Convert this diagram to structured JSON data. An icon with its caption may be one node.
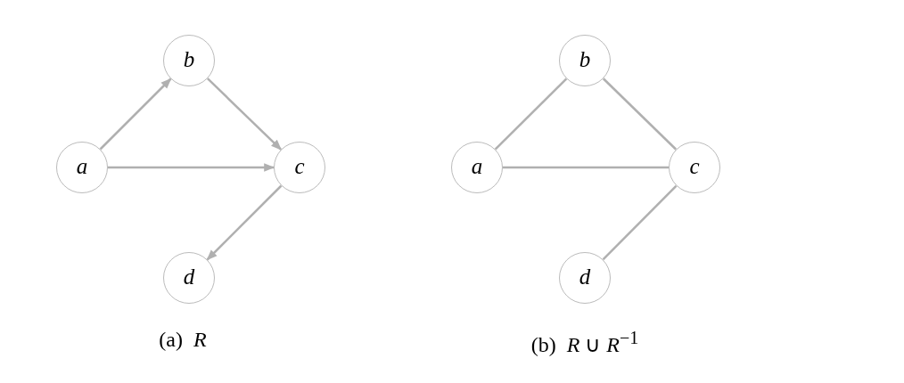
{
  "diagram": {
    "nodes": [
      {
        "text": [
          "a"
        ]
      },
      {
        "text": [
          "b"
        ]
      },
      {
        "text": [
          "c"
        ]
      },
      {
        "text": [
          "d"
        ]
      },
      {
        "text": [
          "a"
        ]
      },
      {
        "text": [
          "b"
        ]
      },
      {
        "text": [
          "c"
        ]
      },
      {
        "text": [
          "d"
        ]
      }
    ],
    "edges": [
      {
        "from": 0,
        "to": 1,
        "arrow": "to"
      },
      {
        "from": 1,
        "to": 2,
        "arrow": "to"
      },
      {
        "from": 0,
        "to": 2,
        "arrow": "to"
      },
      {
        "from": 2,
        "to": 3,
        "arrow": "to"
      },
      {
        "from": 4,
        "to": 5,
        "arrow": "none"
      },
      {
        "from": 5,
        "to": 6,
        "arrow": "none"
      },
      {
        "from": 4,
        "to": 6,
        "arrow": "none"
      },
      {
        "from": 6,
        "to": 7,
        "arrow": "none"
      }
    ],
    "labels": [
      "(a)  *R*",
      "(b)  *R* ∪ *R*$^{−1}$"
    ]
  }
}
